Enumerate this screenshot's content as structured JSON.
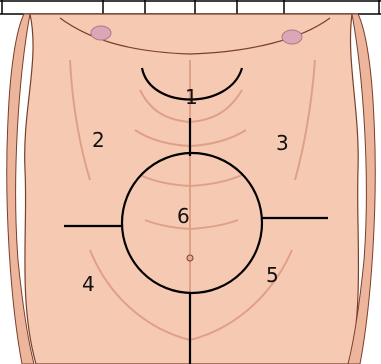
{
  "diagram": {
    "labels": [
      {
        "key": "region-1",
        "text": "1"
      },
      {
        "key": "region-2",
        "text": "2"
      },
      {
        "key": "region-3",
        "text": "3"
      },
      {
        "key": "region-4",
        "text": "4"
      },
      {
        "key": "region-5",
        "text": "5"
      },
      {
        "key": "region-6",
        "text": "6"
      }
    ]
  }
}
